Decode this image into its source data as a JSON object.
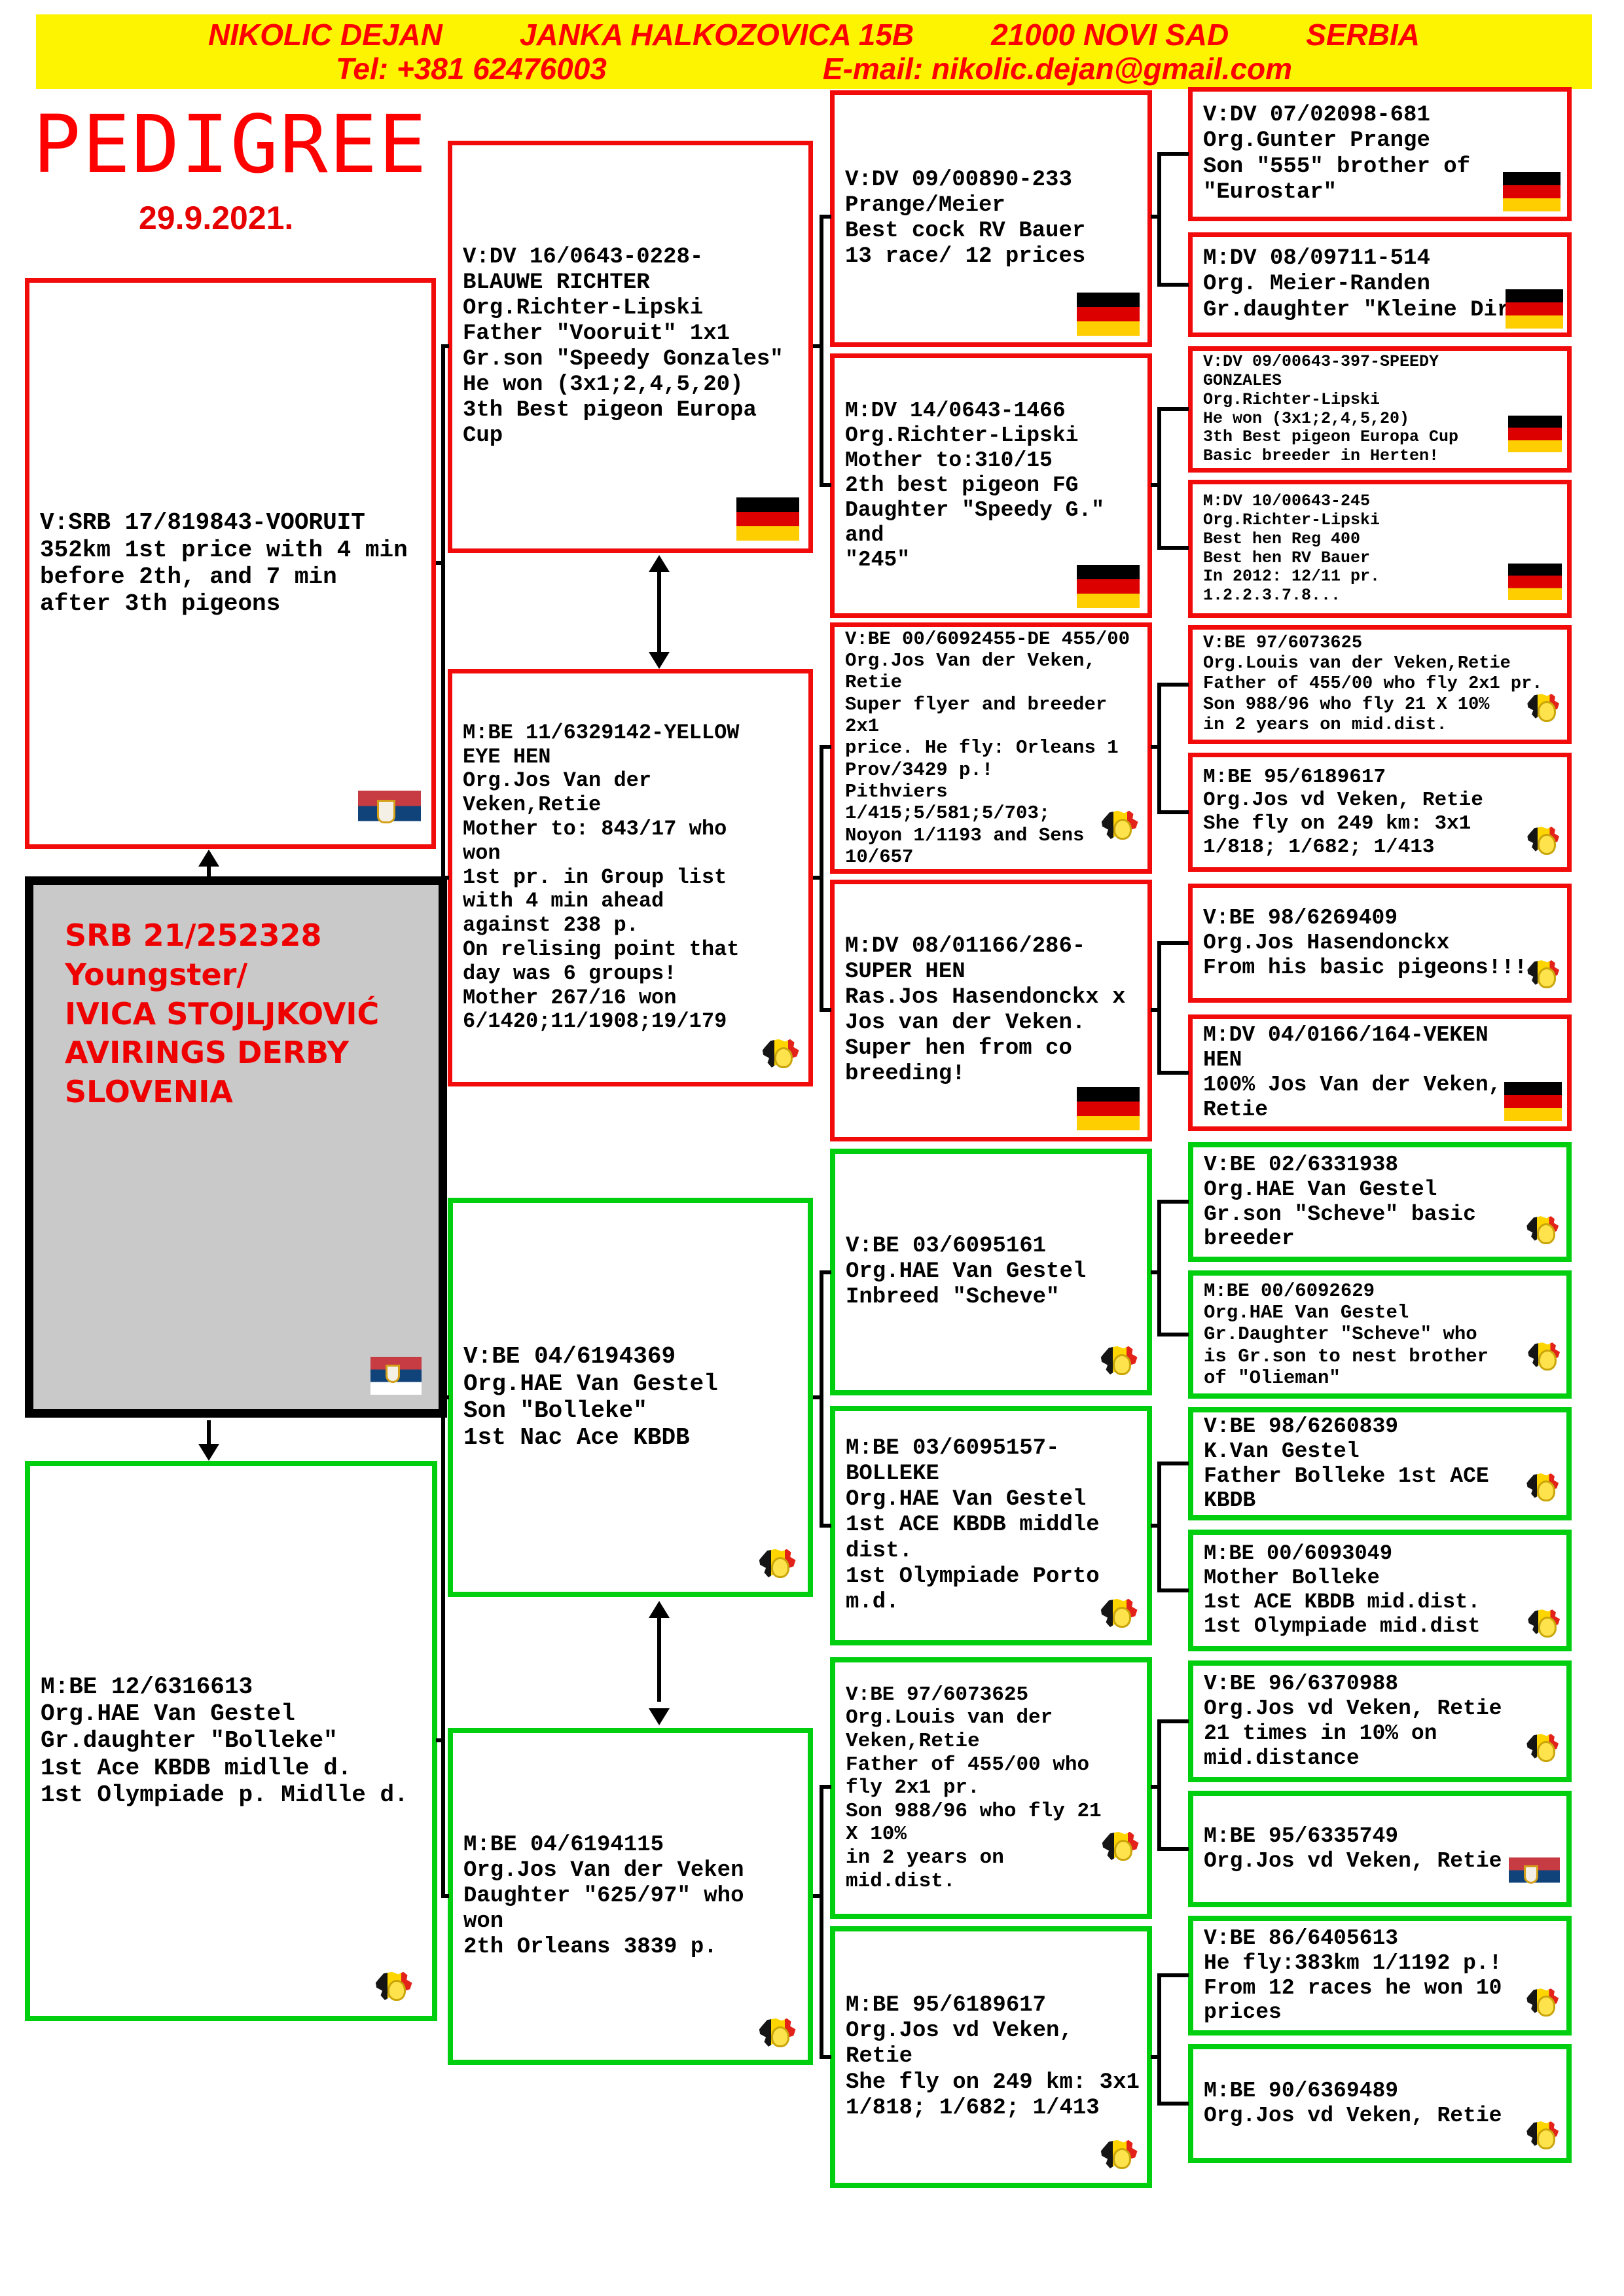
{
  "header": {
    "owner": "NIKOLIC DEJAN",
    "address": "JANKA HALKOZOVICA 15B",
    "city": "21000 NOVI SAD",
    "country": "SERBIA",
    "tel": "Tel: +381 62476003",
    "email": "E-mail: nikolic.dejan@gmail.com"
  },
  "page": {
    "title": "PEDIGREE",
    "date": "29.9.2021."
  },
  "subject": {
    "ring": "SRB 21/252328",
    "text": "SRB 21/252328\nYoungster/\nIVICA STOJLJKOVIĆ\nAVIRINGS DERBY\nSLOVENIA",
    "flag": "serbia-flag-icon"
  },
  "colors": {
    "father_line_border": "#f10b0b",
    "mother_line_border": "#00cf10",
    "banner_bg": "#fcf400",
    "banner_text": "#ff0000",
    "subject_fill": "#c9c9c9",
    "title_red": "#ff0000"
  },
  "boxes": [
    {
      "id": "v-srb-819843",
      "side": "father",
      "flag": "serbia-flag-icon",
      "text": "V:SRB 17/819843-VOORUIT\n352km 1st price with 4 min\nbefore 2th, and 7 min\nafter 3th pigeons"
    },
    {
      "id": "v-dv16-blauwe-richter",
      "side": "father",
      "flag": "germany-flag-icon",
      "text": "V:DV 16/0643-0228-\nBLAUWE RICHTER\nOrg.Richter-Lipski\nFather \"Vooruit\" 1x1\nGr.son \"Speedy Gonzales\"\nHe won (3x1;2,4,5,20)\n3th Best pigeon Europa\nCup"
    },
    {
      "id": "m-be11-yellow-eye-hen",
      "side": "father",
      "flag": "belgium-map-icon",
      "text": "M:BE 11/6329142-YELLOW\nEYE HEN\nOrg.Jos Van der\nVeken,Retie\nMother to: 843/17 who\nwon\n1st pr. in Group list\nwith 4 min ahead\nagainst 238 p.\nOn relising point that\nday was 6 groups!\nMother 267/16 won\n6/1420;11/1908;19/179"
    },
    {
      "id": "v-dv09-00890",
      "side": "father",
      "flag": "germany-flag-icon",
      "text": "V:DV 09/00890-233\nPrange/Meier\nBest cock RV Bauer\n13 race/ 12 prices"
    },
    {
      "id": "m-dv14-0643",
      "side": "father",
      "flag": "germany-flag-icon",
      "text": "M:DV 14/0643-1466\nOrg.Richter-Lipski\nMother to:310/15\n2th best pigeon FG\nDaughter \"Speedy G.\"\nand\n\"245\""
    },
    {
      "id": "v-be00-6092455",
      "side": "father",
      "flag": "belgium-map-icon",
      "text": "V:BE 00/6092455-DE 455/00\nOrg.Jos Van der Veken, Retie\nSuper flyer and breeder 2x1\nprice. He fly: Orleans 1\nProv/3429 p.!\nPithviers\n1/415;5/581;5/703;\nNoyon 1/1193 and Sens 10/657"
    },
    {
      "id": "m-dv08-01166-super-hen",
      "side": "father",
      "flag": "germany-flag-icon",
      "text": "M:DV 08/01166/286-\nSUPER HEN\nRas.Jos Hasendonckx x\nJos van der Veken.\nSuper hen from co\nbreeding!"
    },
    {
      "id": "v-dv07-02098",
      "side": "father",
      "flag": "germany-flag-icon",
      "text": "V:DV 07/02098-681\nOrg.Gunter Prange\nSon \"555\" brother of\n\"Eurostar\""
    },
    {
      "id": "m-dv08-09711",
      "side": "father",
      "flag": "germany-flag-icon",
      "text": "M:DV 08/09711-514\nOrg. Meier-Randen\nGr.daughter \"Kleine Dirk\""
    },
    {
      "id": "v-dv09-00643-speedy-gonzales",
      "side": "father",
      "flag": "germany-flag-icon",
      "text": "V:DV 09/00643-397-SPEEDY\nGONZALES\nOrg.Richter-Lipski\nHe won (3x1;2,4,5,20)\n3th Best pigeon Europa Cup\nBasic breeder in Herten!"
    },
    {
      "id": "m-dv10-00643",
      "side": "father",
      "flag": "germany-flag-icon",
      "text": "M:DV 10/00643-245\nOrg.Richter-Lipski\nBest hen Reg 400\nBest hen RV Bauer\nIn 2012: 12/11 pr.\n1.2.2.3.7.8..."
    },
    {
      "id": "v-be97-6073625-c4",
      "side": "father",
      "flag": "belgium-map-icon",
      "text": "V:BE 97/6073625\nOrg.Louis van der Veken,Retie\nFather of 455/00 who fly 2x1 pr.\nSon 988/96 who fly 21 X 10%\nin 2 years on mid.dist."
    },
    {
      "id": "m-be95-6189617-c4",
      "side": "father",
      "flag": "belgium-map-icon",
      "text": "M:BE 95/6189617\nOrg.Jos vd Veken, Retie\nShe fly on 249 km: 3x1\n1/818; 1/682; 1/413"
    },
    {
      "id": "v-be98-6269409",
      "side": "father",
      "flag": "belgium-map-icon",
      "text": "V:BE 98/6269409\nOrg.Jos Hasendonckx\nFrom his basic pigeons!!!"
    },
    {
      "id": "m-dv04-0166-veken-hen",
      "side": "father",
      "flag": "germany-flag-icon",
      "text": "M:DV 04/0166/164-VEKEN\nHEN\n100% Jos Van der Veken,\nRetie"
    },
    {
      "id": "m-be12-6316613",
      "side": "mother",
      "flag": "belgium-map-icon",
      "text": "M:BE 12/6316613\nOrg.HAE Van Gestel\nGr.daughter \"Bolleke\"\n1st Ace KBDB midlle d.\n1st Olympiade p. Midlle d."
    },
    {
      "id": "v-be04-6194369",
      "side": "mother",
      "flag": "belgium-map-icon",
      "text": "V:BE 04/6194369\nOrg.HAE Van Gestel\nSon \"Bolleke\"\n1st Nac Ace KBDB"
    },
    {
      "id": "m-be04-6194115",
      "side": "mother",
      "flag": "belgium-map-icon",
      "text": "M:BE 04/6194115\nOrg.Jos Van der Veken\nDaughter \"625/97\" who\nwon\n2th Orleans 3839 p."
    },
    {
      "id": "v-be03-6095161",
      "side": "mother",
      "flag": "belgium-map-icon",
      "text": "V:BE 03/6095161\nOrg.HAE Van Gestel\nInbreed \"Scheve\""
    },
    {
      "id": "m-be03-6095157-bolleke",
      "side": "mother",
      "flag": "belgium-map-icon",
      "text": "M:BE 03/6095157-\nBOLLEKE\nOrg.HAE Van Gestel\n1st ACE KBDB middle\ndist.\n1st Olympiade Porto\nm.d."
    },
    {
      "id": "v-be97-6073625-c3",
      "side": "mother",
      "flag": "belgium-map-icon",
      "text": "V:BE 97/6073625\nOrg.Louis van der\nVeken,Retie\nFather of 455/00 who\nfly 2x1 pr.\nSon 988/96 who fly 21\nX 10%\nin 2 years on\nmid.dist."
    },
    {
      "id": "m-be95-6189617-c3",
      "side": "mother",
      "flag": "belgium-map-icon",
      "text": "M:BE 95/6189617\nOrg.Jos vd Veken,\nRetie\nShe fly on 249 km: 3x1\n1/818; 1/682; 1/413"
    },
    {
      "id": "v-be02-6331938",
      "side": "mother",
      "flag": "belgium-map-icon",
      "text": "V:BE 02/6331938\nOrg.HAE Van Gestel\nGr.son \"Scheve\" basic\nbreeder"
    },
    {
      "id": "m-be00-6092629",
      "side": "mother",
      "flag": "belgium-map-icon",
      "text": "M:BE 00/6092629\nOrg.HAE Van Gestel\nGr.Daughter \"Scheve\" who\nis Gr.son to nest brother\nof \"Olieman\""
    },
    {
      "id": "v-be98-6260839",
      "side": "mother",
      "flag": "belgium-map-icon",
      "text": "V:BE 98/6260839\nK.Van Gestel\nFather Bolleke 1st ACE\nKBDB"
    },
    {
      "id": "m-be00-6093049",
      "side": "mother",
      "flag": "belgium-map-icon",
      "text": "M:BE 00/6093049\nMother Bolleke\n1st ACE KBDB mid.dist.\n1st Olympiade mid.dist"
    },
    {
      "id": "v-be96-6370988",
      "side": "mother",
      "flag": "belgium-map-icon",
      "text": "V:BE 96/6370988\nOrg.Jos vd Veken, Retie\n21 times in 10% on\nmid.distance"
    },
    {
      "id": "m-be95-6335749",
      "side": "mother",
      "flag": "serbia-flag-icon",
      "text": "M:BE 95/6335749\nOrg.Jos vd Veken, Retie"
    },
    {
      "id": "v-be86-6405613",
      "side": "mother",
      "flag": "belgium-map-icon",
      "text": "V:BE 86/6405613\nHe fly:383km 1/1192 p.!\nFrom 12 races he won 10\nprices"
    },
    {
      "id": "m-be90-6369489",
      "side": "mother",
      "flag": "belgium-map-icon",
      "text": "M:BE 90/6369489\nOrg.Jos vd Veken, Retie"
    }
  ]
}
